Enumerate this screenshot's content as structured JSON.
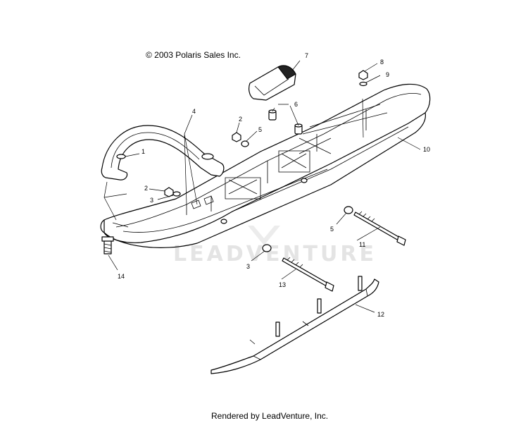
{
  "copyright": "© 2003 Polaris Sales Inc.",
  "footer": "Rendered by LeadVenture, Inc.",
  "watermark": "LEADVENTURE",
  "callouts": {
    "c1": "1",
    "c2a": "2",
    "c2b": "2",
    "c3a": "3",
    "c3b": "3",
    "c4": "4",
    "c5a": "5",
    "c5b": "5",
    "c6": "6",
    "c7": "7",
    "c8": "8",
    "c9": "9",
    "c10": "10",
    "c11": "11",
    "c12": "12",
    "c13": "13",
    "c14": "14"
  },
  "icons": {
    "watermark_mark": "leadventure-logo-icon"
  }
}
